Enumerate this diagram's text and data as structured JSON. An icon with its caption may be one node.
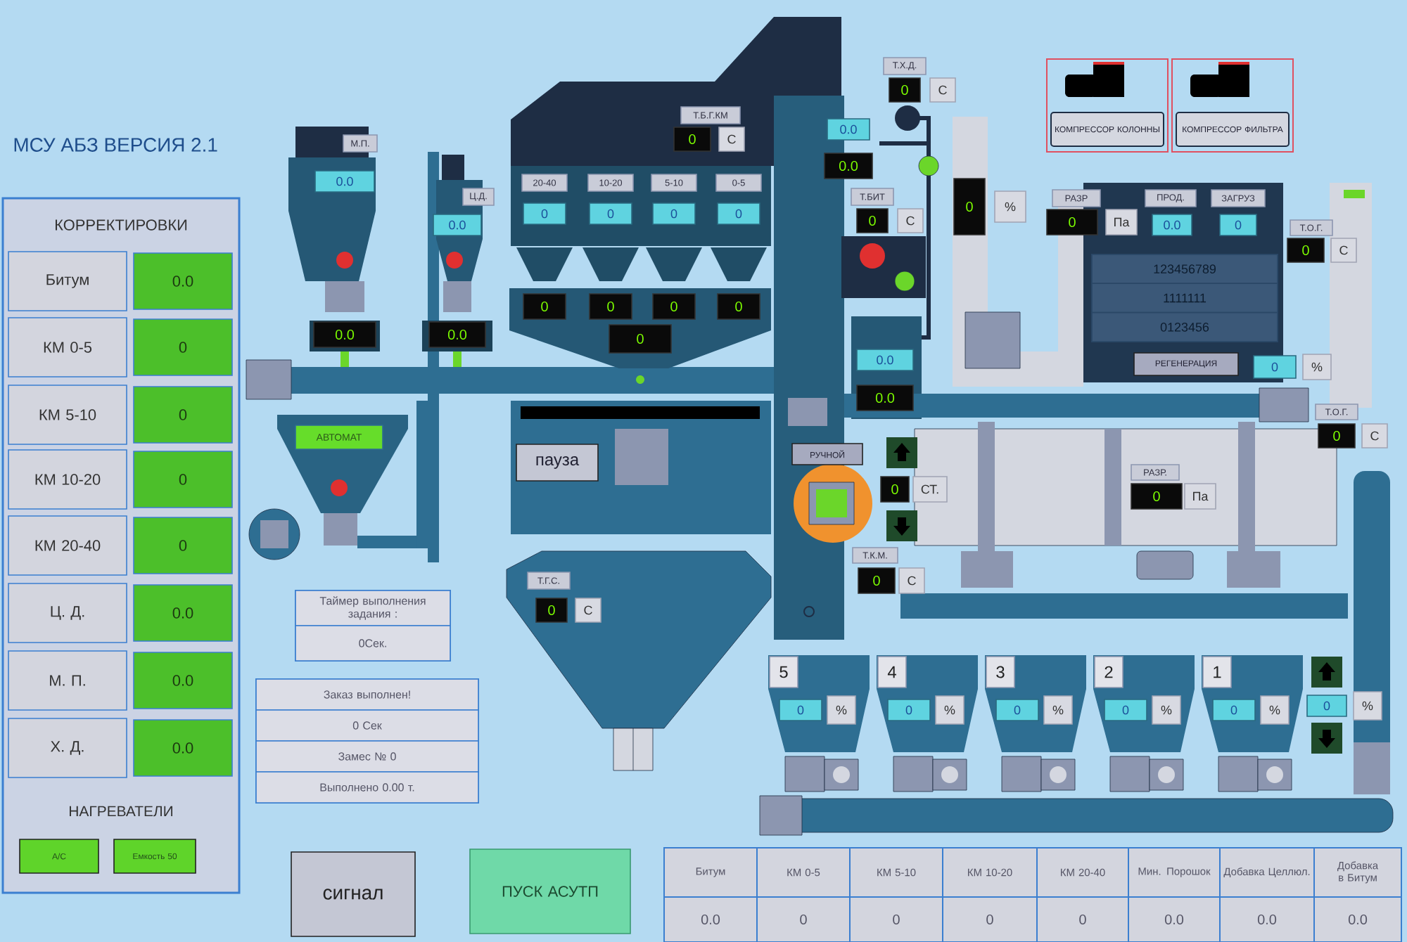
{
  "diagram": {
    "title": "МСУ АБЗ ВЕРСИЯ 2.1",
    "nodes": [
      {
        "text": [
          "КОРРЕКТИРОВКИ"
        ]
      },
      {
        "text": [
          "Битум"
        ],
        "in": 0
      },
      {
        "text": [
          "0.0"
        ],
        "in": 0
      },
      {
        "text": [
          "КМ 0-5"
        ],
        "in": 0
      },
      {
        "text": [
          "0"
        ],
        "in": 0
      },
      {
        "text": [
          "КМ 5-10"
        ],
        "in": 0
      },
      {
        "text": [
          "0"
        ],
        "in": 0
      },
      {
        "text": [
          "КМ 10-20"
        ],
        "in": 0
      },
      {
        "text": [
          "0"
        ],
        "in": 0
      },
      {
        "text": [
          "КМ 20-40"
        ],
        "in": 0
      },
      {
        "text": [
          "0"
        ],
        "in": 0
      },
      {
        "text": [
          "Ц. Д."
        ],
        "in": 0
      },
      {
        "text": [
          "0.0"
        ],
        "in": 0
      },
      {
        "text": [
          "М. П."
        ],
        "in": 0
      },
      {
        "text": [
          "0.0"
        ],
        "in": 0
      },
      {
        "text": [
          "Х. Д."
        ],
        "in": 0
      },
      {
        "text": [
          "0.0"
        ],
        "in": 0
      },
      {
        "text": [
          "А/С"
        ],
        "in": 0
      },
      {
        "text": [
          "Емкость 50"
        ],
        "in": 0
      },
      {
        "text": [
          "М.П."
        ]
      },
      {
        "text": [
          "0.0"
        ]
      },
      {
        "text": [
          "0.0"
        ]
      },
      {
        "text": [
          "Ц.Д."
        ]
      },
      {
        "text": [
          "0.0"
        ]
      },
      {
        "text": [
          "0.0"
        ]
      },
      {
        "text": [
          "АВТОМАТ"
        ]
      },
      {
        "text": [
          "Таймер выполнения задания :",
          "0Сек."
        ]
      },
      {
        "text": [
          "Заказ выполнен!",
          "0 Сек",
          "Замес № 0",
          "Выполнено 0.00 т."
        ]
      },
      {
        "text": [
          "сигнал"
        ]
      },
      {
        "text": [
          "ПУСК АСУТП"
        ]
      },
      {
        "text": [
          "Т.Б.Г.КМ"
        ]
      },
      {
        "text": [
          "0"
        ]
      },
      {
        "text": [
          "С"
        ]
      },
      {
        "text": [
          "20-40"
        ]
      },
      {
        "text": [
          "10-20"
        ]
      },
      {
        "text": [
          "5-10"
        ]
      },
      {
        "text": [
          "0-5"
        ]
      },
      {
        "text": [
          "0"
        ]
      },
      {
        "text": [
          "0"
        ]
      },
      {
        "text": [
          "0"
        ]
      },
      {
        "text": [
          "0"
        ]
      },
      {
        "text": [
          "0"
        ]
      },
      {
        "text": [
          "0"
        ]
      },
      {
        "text": [
          "0"
        ]
      },
      {
        "text": [
          "0"
        ]
      },
      {
        "text": [
          "0"
        ]
      },
      {
        "text": [
          "пауза"
        ]
      },
      {
        "text": [
          "Т.Г.С."
        ]
      },
      {
        "text": [
          "0"
        ]
      },
      {
        "text": [
          "С"
        ]
      },
      {
        "text": [
          "0.0"
        ]
      },
      {
        "text": [
          "0.0"
        ]
      },
      {
        "text": [
          "Т.Х.Д."
        ]
      },
      {
        "text": [
          "0"
        ]
      },
      {
        "text": [
          "С"
        ]
      },
      {
        "text": [
          "Т.БИТ"
        ]
      },
      {
        "text": [
          "0"
        ]
      },
      {
        "text": [
          "С"
        ]
      },
      {
        "text": [
          "0.0"
        ]
      },
      {
        "text": [
          "0.0"
        ]
      },
      {
        "text": [
          "0"
        ]
      },
      {
        "text": [
          "%"
        ]
      },
      {
        "text": [
          "КОМПРЕССОР КОЛОННЫ"
        ]
      },
      {
        "text": [
          "КОМПРЕССОР ФИЛЬТРА"
        ]
      },
      {
        "text": [
          "РАЗР"
        ]
      },
      {
        "text": [
          "0"
        ]
      },
      {
        "text": [
          "Па"
        ]
      },
      {
        "text": [
          "ПРОД."
        ]
      },
      {
        "text": [
          "0.0"
        ]
      },
      {
        "text": [
          "ЗАГРУЗ"
        ]
      },
      {
        "text": [
          "0"
        ]
      },
      {
        "text": [
          "123456789",
          "1111111",
          "0123456"
        ]
      },
      {
        "text": [
          "РЕГЕНЕРАЦИЯ"
        ]
      },
      {
        "text": [
          "0"
        ]
      },
      {
        "text": [
          "%"
        ]
      },
      {
        "text": [
          "Т.О.Г."
        ]
      },
      {
        "text": [
          "0"
        ]
      },
      {
        "text": [
          "С"
        ]
      },
      {
        "text": [
          "Т.О.Г."
        ]
      },
      {
        "text": [
          "0"
        ]
      },
      {
        "text": [
          "С"
        ]
      },
      {
        "text": [
          "РУЧНОЙ"
        ]
      },
      {
        "text": [
          "0"
        ]
      },
      {
        "text": [
          "СТ."
        ]
      },
      {
        "text": [
          "РАЗР."
        ]
      },
      {
        "text": [
          "0"
        ]
      },
      {
        "text": [
          "Па"
        ]
      },
      {
        "text": [
          "Т.К.М."
        ]
      },
      {
        "text": [
          "0"
        ]
      },
      {
        "text": [
          "С"
        ]
      },
      {
        "text": [
          "5"
        ]
      },
      {
        "text": [
          "4"
        ]
      },
      {
        "text": [
          "3"
        ]
      },
      {
        "text": [
          "2"
        ]
      },
      {
        "text": [
          "1"
        ]
      },
      {
        "text": [
          "0"
        ]
      },
      {
        "text": [
          "0"
        ]
      },
      {
        "text": [
          "0"
        ]
      },
      {
        "text": [
          "0"
        ]
      },
      {
        "text": [
          "0"
        ]
      },
      {
        "text": [
          "%"
        ]
      },
      {
        "text": [
          "%"
        ]
      },
      {
        "text": [
          "%"
        ]
      },
      {
        "text": [
          "%"
        ]
      },
      {
        "text": [
          "%"
        ]
      },
      {
        "text": [
          "0"
        ]
      },
      {
        "text": [
          "%"
        ]
      }
    ],
    "labels": [
      "НАГРЕВАТЕЛИ",
      "Битум",
      "КМ 0-5",
      "КМ 5-10",
      "КМ 10-20",
      "КМ 20-40",
      "Мин. Порошок",
      "Добавка Целлюл.",
      "Добавка в Битум",
      "0.0",
      "0",
      "0",
      "0",
      "0",
      "0.0",
      "0.0",
      "0.0"
    ]
  }
}
